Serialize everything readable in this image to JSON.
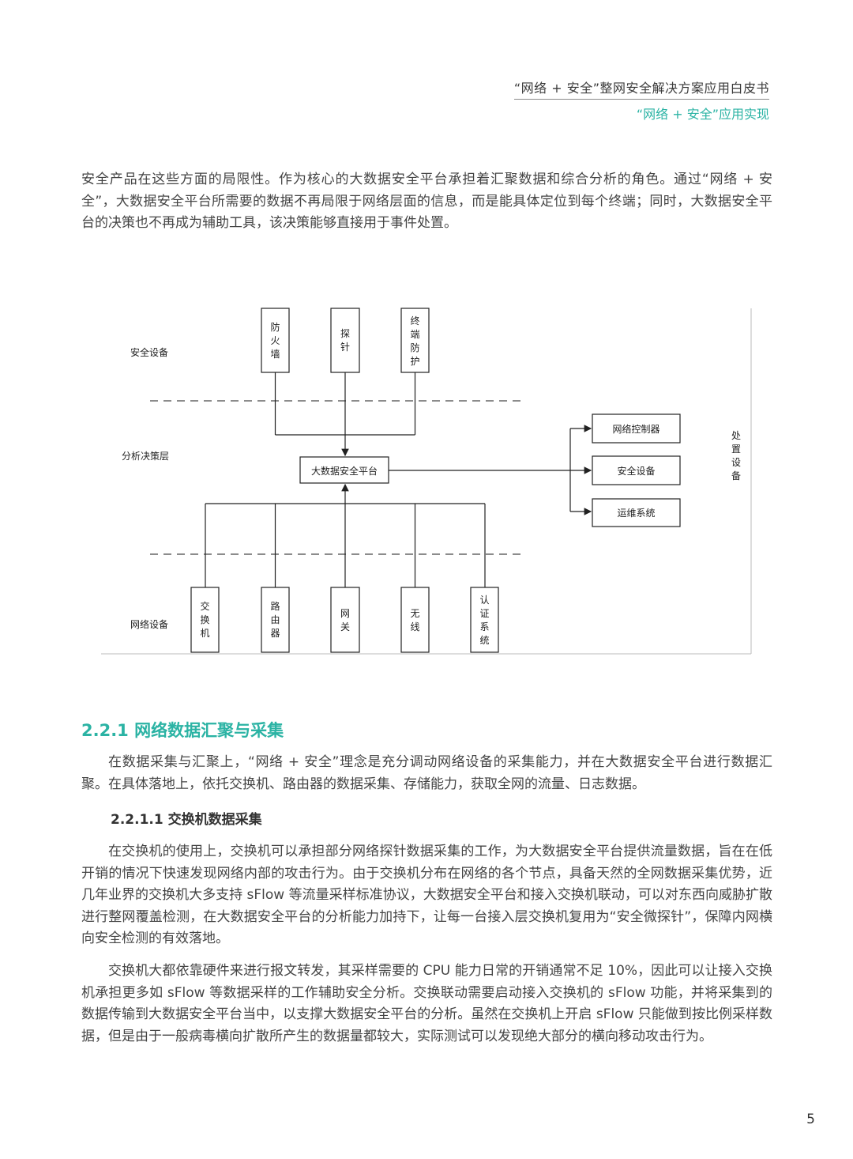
{
  "header": {
    "title": "“网络 + 安全”整网安全解决方案应用白皮书",
    "subtitle": "“网络 + 安全”应用实现"
  },
  "intro_paragraph": "安全产品在这些方面的局限性。作为核心的大数据安全平台承担着汇聚数据和综合分析的角色。通过“网络 + 安全”，大数据安全平台所需要的数据不再局限于网络层面的信息，而是能具体定位到每个终端；同时，大数据安全平台的决策也不再成为辅助工具，该决策能够直接用于事件处置。",
  "diagram": {
    "layer_labels": {
      "security": "安全设备",
      "analysis": "分析决策层",
      "network": "网络设备"
    },
    "security_devices": [
      "防火墙",
      "探针",
      "终端防护"
    ],
    "center": "大数据安全平台",
    "disposal_devices": [
      "网络控制器",
      "安全设备",
      "运维系统"
    ],
    "disposal_label": "处置设备",
    "network_devices": [
      "交换机",
      "路由器",
      "网关",
      "无线",
      "认证系统"
    ]
  },
  "section_2_2_1": {
    "heading": "2.2.1 网络数据汇聚与采集",
    "paragraph": "在数据采集与汇聚上，“网络 + 安全”理念是充分调动网络设备的采集能力，并在大数据安全平台进行数据汇聚。在具体落地上，依托交换机、路由器的数据采集、存储能力，获取全网的流量、日志数据。"
  },
  "section_2_2_1_1": {
    "heading": "2.2.1.1 交换机数据采集",
    "paragraph1": "在交换机的使用上，交换机可以承担部分网络探针数据采集的工作，为大数据安全平台提供流量数据，旨在在低开销的情况下快速发现网络内部的攻击行为。由于交换机分布在网络的各个节点，具备天然的全网数据采集优势，近几年业界的交换机大多支持 sFlow 等流量采样标准协议，大数据安全平台和接入交换机联动，可以对东西向威胁扩散进行整网覆盖检测，在大数据安全平台的分析能力加持下，让每一台接入层交换机复用为“安全微探针”，保障内网横向安全检测的有效落地。",
    "paragraph2": "交换机大都依靠硬件来进行报文转发，其采样需要的 CPU 能力日常的开销通常不足 10%，因此可以让接入交换机承担更多如 sFlow 等数据采样的工作辅助安全分析。交换联动需要启动接入交换机的 sFlow 功能，并将采集到的数据传输到大数据安全平台当中，以支撑大数据安全平台的分析。虽然在交换机上开启 sFlow 只能做到按比例采样数据，但是由于一般病毒横向扩散所产生的数据量都较大，实际测试可以发现绝大部分的横向移动攻击行为。"
  },
  "page_number": "5",
  "colors": {
    "accent": "#2bb3a4",
    "text": "#444444"
  }
}
